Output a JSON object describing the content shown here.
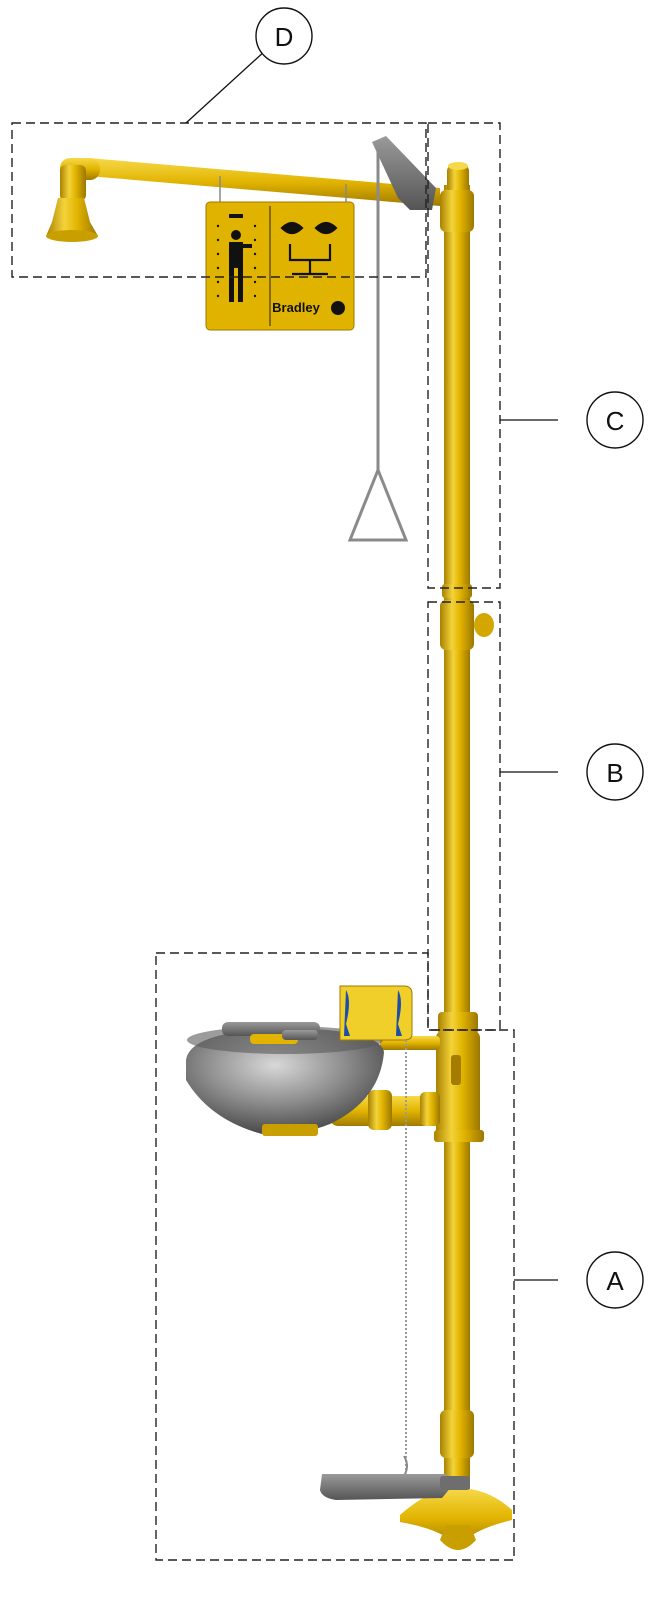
{
  "callouts": {
    "a": "A",
    "b": "B",
    "c": "C",
    "d": "D"
  },
  "sign": {
    "brand": "Bradley"
  },
  "colors": {
    "fixture_yellow": "#E2B400",
    "fixture_shade": "#B88E00",
    "fixture_highlight": "#F6D94A",
    "bowl_steel": "#7D7D7D",
    "handle_gray": "#6E6E6E",
    "line_black": "#111111"
  }
}
